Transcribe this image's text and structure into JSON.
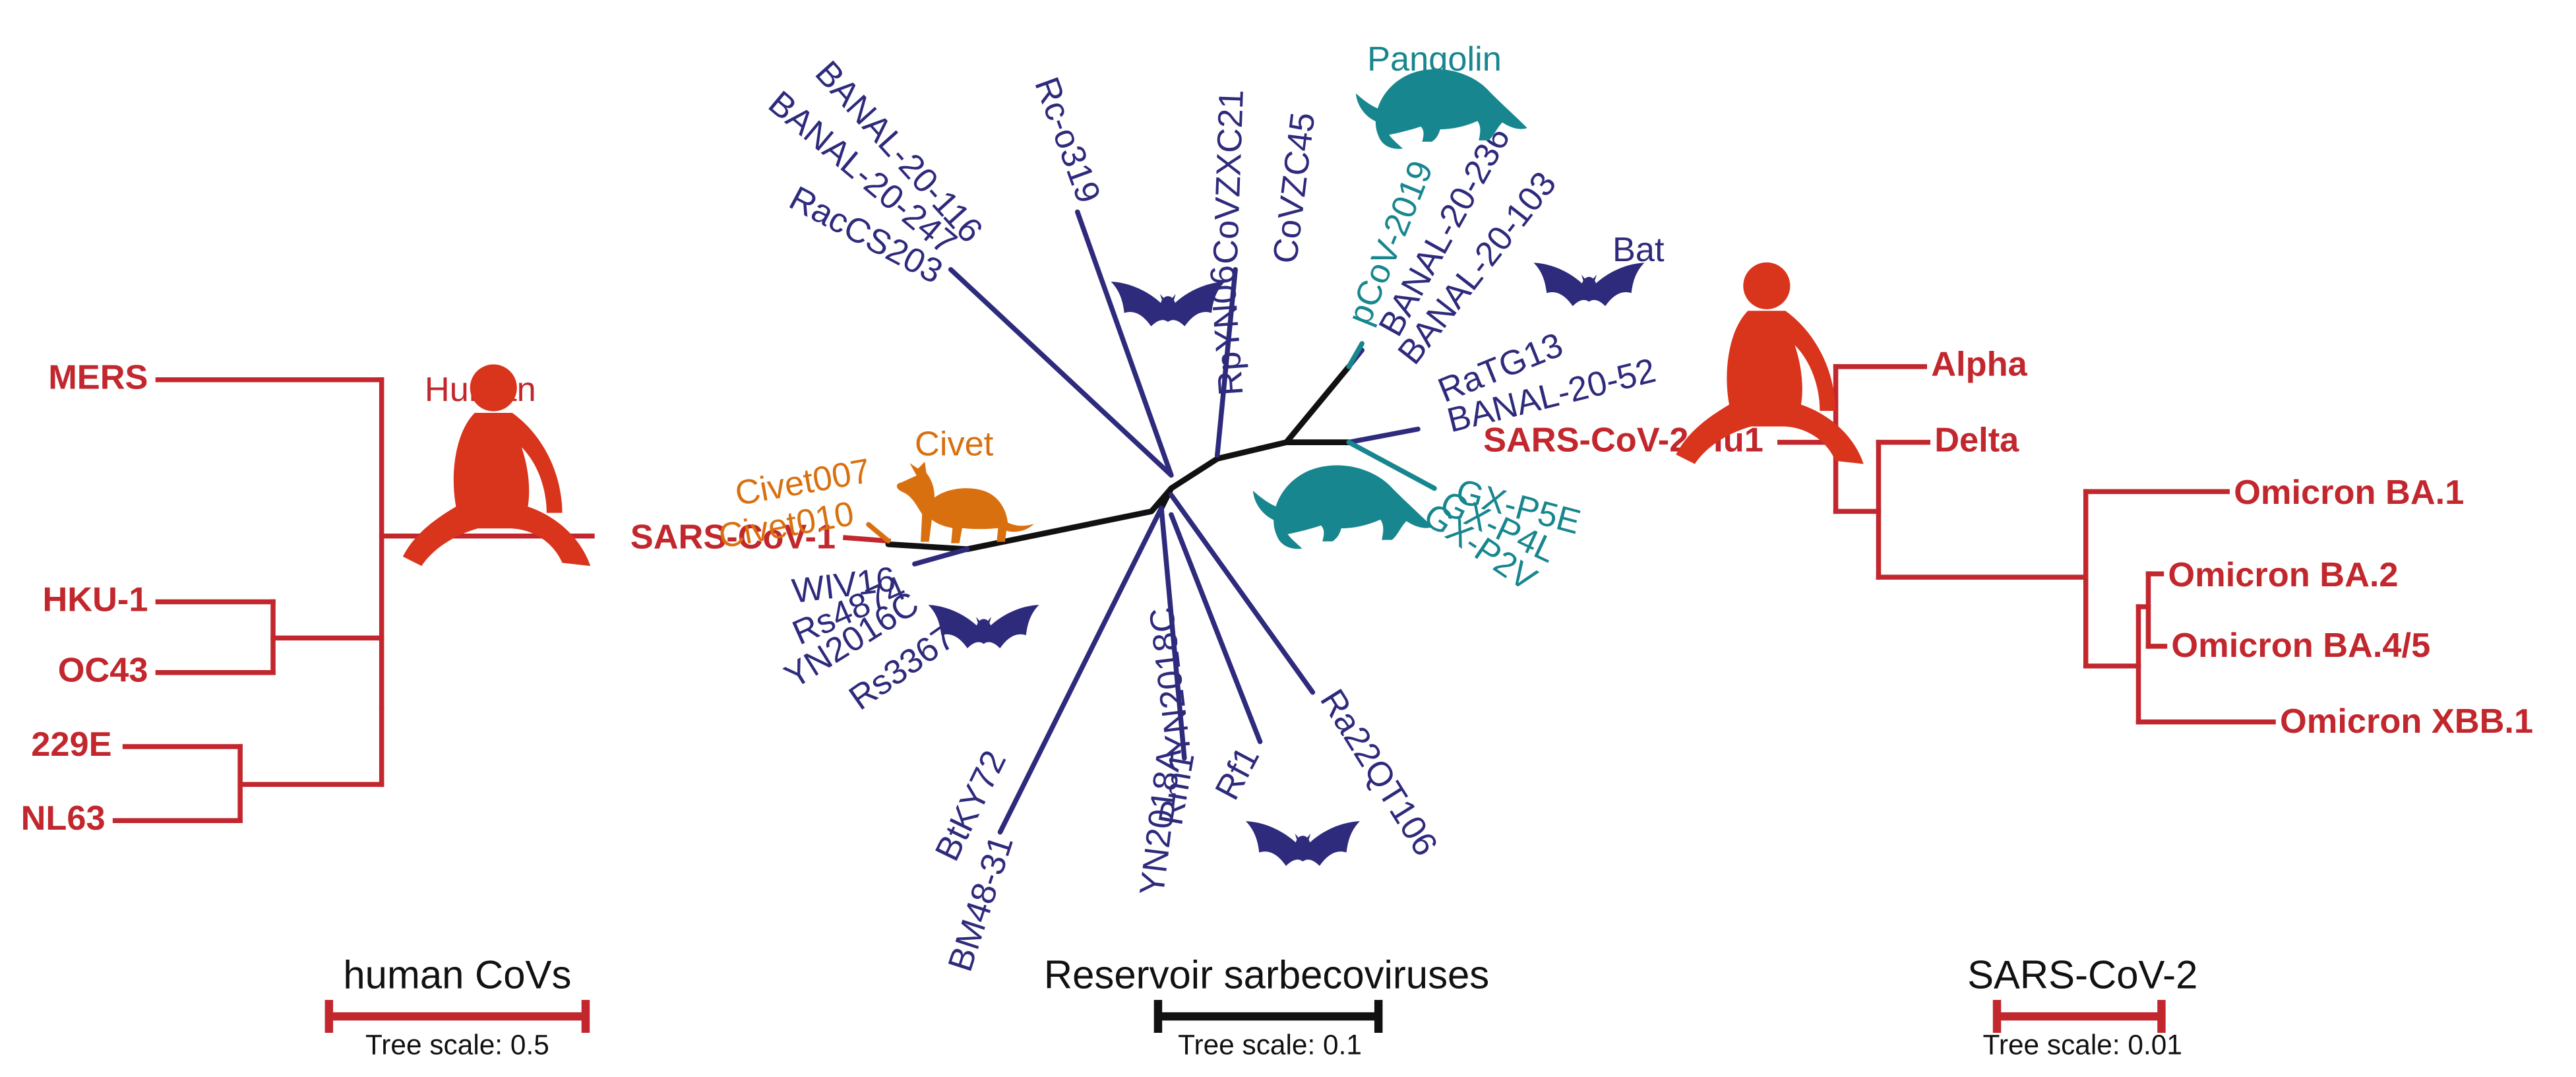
{
  "left_tree": {
    "tips": [
      "MERS",
      "HKU-1",
      "OC43",
      "229E",
      "NL63",
      "SARS-CoV-1"
    ],
    "host_label": "Human",
    "title": "human CoVs",
    "scale_label": "Tree scale: 0.5"
  },
  "center_tree": {
    "bat_tips": [
      "BANAL-20-116",
      "BANAL-20-247",
      "RacCS203",
      "Rc-o319",
      "CoVZXC21",
      "CoVZC45",
      "RpYN06",
      "BANAL-20-236",
      "BANAL-20-103",
      "RaTG13",
      "BANAL-20-52",
      "WIV16",
      "Rs4874",
      "YN2016C",
      "Rs3367",
      "BtKY72",
      "BM48-31",
      "YN2018A",
      "Rm1",
      "YN2018C",
      "Rf1",
      "Ra22QT106"
    ],
    "pangolin_tips": [
      "pCoV-2019",
      "GX-P5E",
      "GX-P4L",
      "GX-P2V"
    ],
    "civet_tips": [
      "Civet007",
      "Civet010"
    ],
    "host_labels": {
      "pangolin": "Pangolin",
      "bat": "Bat",
      "civet": "Civet"
    },
    "title": "Reservoir sarbecoviruses",
    "scale_label": "Tree scale: 0.1"
  },
  "right_tree": {
    "tips": [
      "SARS-CoV-2 Hu1",
      "Alpha",
      "Delta",
      "Omicron BA.1",
      "Omicron BA.2",
      "Omicron BA.4/5",
      "Omicron XBB.1"
    ],
    "title": "SARS-CoV-2",
    "scale_label": "Tree scale: 0.01"
  },
  "colors": {
    "human": "#c1272d",
    "bat": "#2e2a7c",
    "pangolin": "#17868e",
    "civet": "#d9700f",
    "backbone": "#111111"
  },
  "icons": [
    "human-silhouette-icon",
    "bat-silhouette-icon",
    "pangolin-silhouette-icon",
    "civet-silhouette-icon"
  ]
}
